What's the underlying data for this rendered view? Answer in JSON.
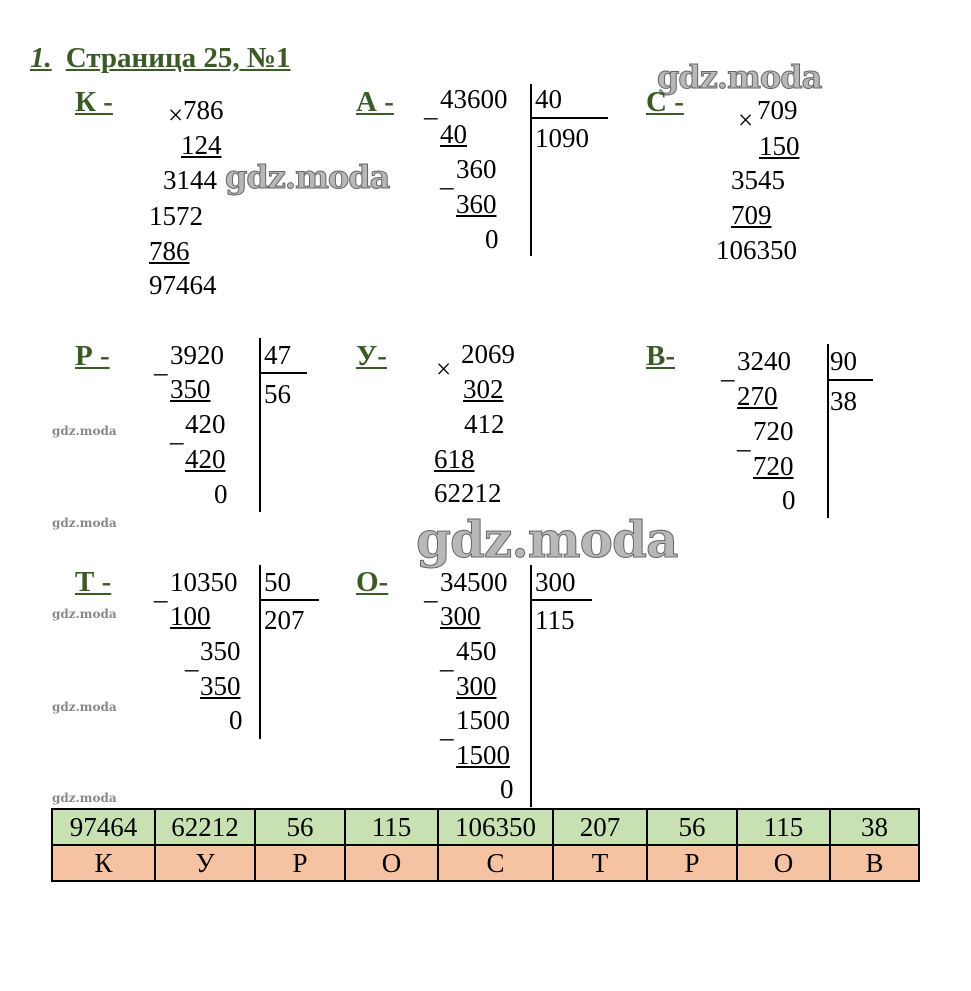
{
  "heading": {
    "number": "1.",
    "title": "Страница 25, №1"
  },
  "watermark": "gdz.moda",
  "blocks": {
    "k": {
      "label": "К -",
      "op": "×",
      "a": "786",
      "b": "124",
      "p1": "3144",
      "p2": "1572",
      "p3": "786",
      "result": "97464"
    },
    "a": {
      "label": "А -",
      "dividend": "43600",
      "divisor": "40",
      "quotient": "1090",
      "s1": "40",
      "r1": "360",
      "s2": "360",
      "rem": "0"
    },
    "s": {
      "label": "С -",
      "op": "×",
      "a": "709",
      "b": "150",
      "p1": "3545",
      "p2": "709",
      "result": "106350"
    },
    "r": {
      "label": "Р -",
      "dividend": "3920",
      "divisor": "47",
      "quotient": "56",
      "s1": "350",
      "r1": "420",
      "s2": "420",
      "rem": "0"
    },
    "u": {
      "label": "У-",
      "op": "×",
      "a": "2069",
      "b": "302",
      "p1": "412",
      "p2": "618",
      "result": "62212"
    },
    "v": {
      "label": "В-",
      "dividend": "3240",
      "divisor": "90",
      "quotient": "38",
      "s1": "270",
      "r1": "720",
      "s2": "720",
      "rem": "0"
    },
    "t": {
      "label": "Т -",
      "dividend": "10350",
      "divisor": "50",
      "quotient": "207",
      "s1": "100",
      "r1": "350",
      "s2": "350",
      "rem": "0"
    },
    "o": {
      "label": "О-",
      "dividend": "34500",
      "divisor": "300",
      "quotient": "115",
      "s1": "300",
      "r1": "450",
      "s2": "300",
      "r2": "1500",
      "s3": "1500",
      "rem": "0"
    }
  },
  "minus": "_",
  "answers": {
    "numbers": [
      "97464",
      "62212",
      "56",
      "115",
      "106350",
      "207",
      "56",
      "115",
      "38"
    ],
    "letters": [
      "К",
      "У",
      "Р",
      "О",
      "С",
      "Т",
      "Р",
      "О",
      "В"
    ]
  },
  "colors": {
    "label_green": "#3a5a26",
    "number_row": "#c8e1b2",
    "letter_row": "#f6c3a2"
  }
}
